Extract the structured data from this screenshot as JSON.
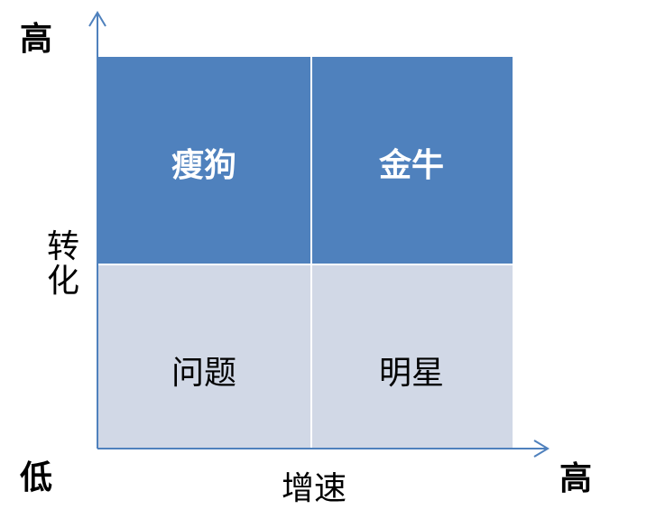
{
  "matrix": {
    "y_axis_title": "转化",
    "x_axis_title": "增速",
    "y_high_label": "高",
    "x_high_label": "高",
    "origin_low_label": "低",
    "quadrants": {
      "top_left": "瘦狗",
      "top_right": "金牛",
      "bottom_left": "问题",
      "bottom_right": "明星"
    },
    "colors": {
      "top_fill": "#4F81BD",
      "bottom_fill": "#D1D8E6",
      "axis": "#4F81BD",
      "divider": "#ffffff"
    }
  }
}
